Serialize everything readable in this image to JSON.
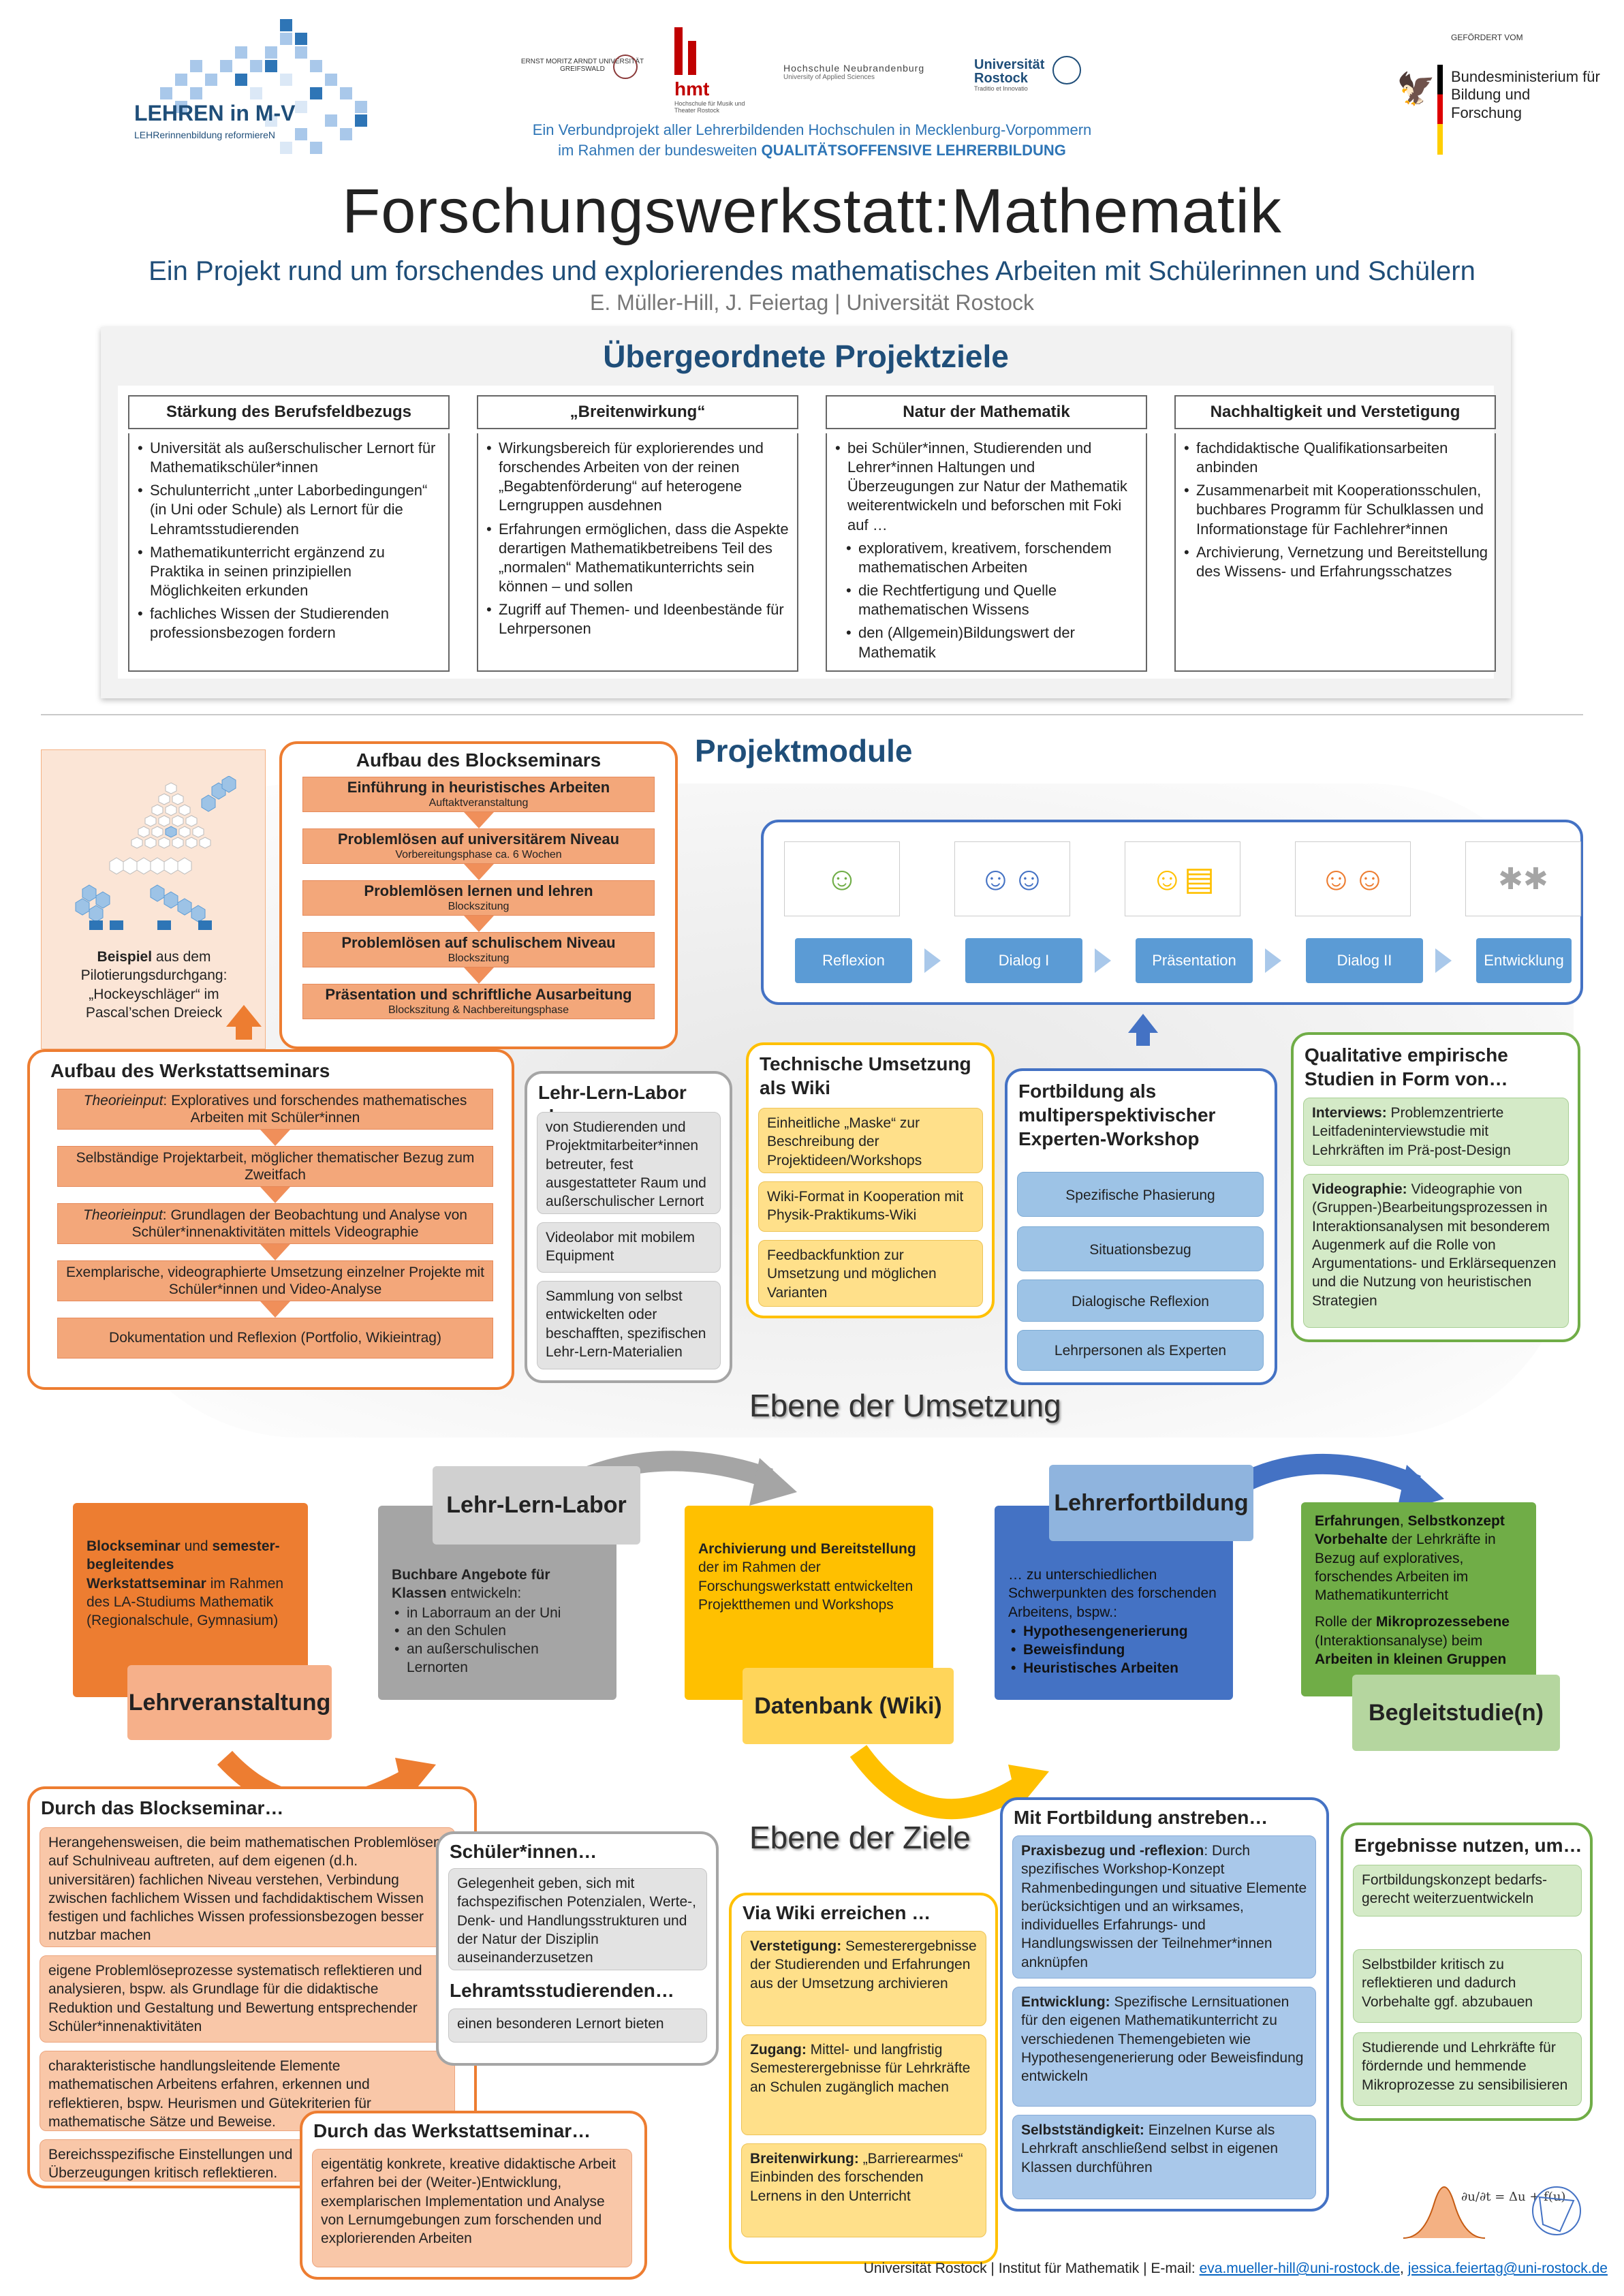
{
  "header": {
    "logo_text": "LEHREN in M-V",
    "logo_sub": "LEHRerinnenbildung reformiereN",
    "uni_greifswald": "ERNST MORITZ ARNDT UNIVERSITÄT GREIFSWALD",
    "hmt": "hmt",
    "hmt_sub": "Hochschule für Musik und Theater Rostock",
    "hs_nb": "Hochschule Neubrandenburg",
    "hs_nb_sub": "University of Applied Sciences",
    "uni_rostock": "Universität Rostock",
    "uni_rostock_sub": "Traditio et Innovatio",
    "funded_by": "GEFÖRDERT VOM",
    "bmbf": "Bundesministerium für Bildung und Forschung",
    "verbund_line1": "Ein Verbundprojekt aller Lehrerbildenden Hochschulen in Mecklenburg-Vorpommern",
    "verbund_line2_a": "im Rahmen der bundesweiten ",
    "verbund_line2_b": "QUALITÄTSOFFENSIVE LEHRERBILDUNG"
  },
  "title": "Forschungswerkstatt:Mathematik",
  "subtitle": "Ein Projekt rund um forschendes und explorierendes mathematisches Arbeiten mit Schülerinnen und Schülern",
  "authors": "E. Müller-Hill, J. Feiertag | Universität Rostock",
  "goals": {
    "heading": "Übergeordnete Projektziele",
    "columns": [
      {
        "title": "Stärkung des Berufsfeldbezugs",
        "items": [
          "Universität als außerschulischer Lernort für Mathematikschüler*innen",
          "Schulunterricht „unter Laborbedingungen“ (in Uni oder Schule) als Lernort für die Lehramtsstudierenden",
          "Mathematikunterricht ergänzend zu Praktika in seinen prinzipiellen Möglichkeiten erkunden",
          "fachliches Wissen der Studierenden professionsbezogen fordern"
        ]
      },
      {
        "title": "„Breitenwirkung“",
        "items": [
          "Wirkungsbereich für explorierendes und forschendes Arbeiten von der reinen „Begabtenförderung“ auf heterogene Lerngruppen ausdehnen",
          "Erfahrungen ermöglichen, dass die Aspekte derartigen Mathematikbetreibens Teil des „normalen“ Mathematikunterrichts sein können – und sollen",
          "Zugriff auf Themen- und Ideenbestände für Lehrpersonen"
        ]
      },
      {
        "title": "Natur der Mathematik",
        "items": [
          "bei Schüler*innen, Studierenden und Lehrer*innen Haltungen und Überzeugungen zur Natur der Mathematik weiterentwickeln und beforschen mit Foki auf …"
        ],
        "subitems": [
          "explorativem, kreativem, forschendem mathematischen Arbeiten",
          "die Rechtfertigung und Quelle mathematischen Wissens",
          "den (Allgemein)Bildungswert der Mathematik"
        ]
      },
      {
        "title": "Nachhaltigkeit und Verstetigung",
        "items": [
          "fachdidaktische Qualifikationsarbeiten anbinden",
          "Zusammenarbeit mit Kooperationsschulen, buchbares Programm für Schulklassen und Informationstage für Fachlehrer*innen",
          "Archivierung, Vernetzung und Bereitstellung des Wissens- und Erfahrungsschatzes"
        ]
      }
    ]
  },
  "modules_heading": "Projektmodule",
  "example": {
    "bold": "Beispiel",
    "text": " aus dem Pilotierungsdurchgang: „Hockeyschläger“ im Pascal’schen Dreieck"
  },
  "block": {
    "title": "Aufbau des Blockseminars",
    "steps": [
      {
        "t": "Einführung in heuristisches Arbeiten",
        "s": "Auftaktveranstaltung"
      },
      {
        "t": "Problemlösen auf universitärem Niveau",
        "s": "Vorbereitungsphase ca. 6 Wochen"
      },
      {
        "t": "Problemlösen lernen und lehren",
        "s": "Blockszitung"
      },
      {
        "t": "Problemlösen auf schulischem Niveau",
        "s": "Blockszitung"
      },
      {
        "t": "Präsentation und schriftliche Ausarbeitung",
        "s": "Blockszitung & Nachbereitungsphase"
      }
    ]
  },
  "process": [
    "Reflexion",
    "Dialog I",
    "Präsentation",
    "Dialog II",
    "Entwicklung"
  ],
  "werkstatt": {
    "title": "Aufbau des Werkstattseminars",
    "s1_i": "Theorieinput",
    "s1": ": Exploratives und forschendes mathematisches Arbeiten mit Schüler*innen",
    "s2": "Selbständige Projektarbeit, möglicher thematischer Bezug zum Zweitfach",
    "s3_i": "Theorieinput",
    "s3": ": Grundlagen der Beobachtung und Analyse von Schüler*innenaktivitäten mittels Videographie",
    "s4": "Exemplarische, videographierte Umsetzung einzelner Projekte mit Schüler*innen und Video-Analyse",
    "s5": "Dokumentation und Reflexion (Portfolio, Wikieintrag)"
  },
  "labor": {
    "title": "Lehr-Lern-Labor als…",
    "items": [
      "von Studierenden und Projektmitarbeiter*innen betreuter, fest ausgestatteter Raum und außerschulischer Lernort",
      "Videolabor mit mobilem Equipment",
      "Sammlung von selbst entwickelten oder beschafften, spezifischen Lehr-Lern-Materialien"
    ]
  },
  "wiki_tech": {
    "title": "Technische Umsetzung als Wiki",
    "items": [
      "Einheitliche „Maske“ zur Beschreibung der Projektideen/Workshops",
      "Wiki-Format in Kooperation mit Physik-Praktikums-Wiki",
      "Feedbackfunktion zur Umsetzung und möglichen Varianten"
    ]
  },
  "fortbildung": {
    "title": "Fortbildung als multiperspektivischer Experten-Workshop",
    "items": [
      "Spezifische Phasierung",
      "Situationsbezug",
      "Dialogische Reflexion",
      "Lehrpersonen als Experten"
    ]
  },
  "studien": {
    "title": "Qualitative empirische Studien in Form von…",
    "i1_b": "Interviews:",
    "i1": " Problemzentrierte Leitfadeninterviewstudie mit Lehrkräften im Prä-post-Design",
    "i2_b": "Videographie:",
    "i2": " Videographie von (Gruppen-)Bearbeitungsprozessen in Interaktionsanalysen mit besonderem Augenmerk auf die Rolle von Argumentations- und Erklärsequenzen und die Nutzung von heuristischen Strategien"
  },
  "ebene_umsetzung": "Ebene der Umsetzung",
  "ebene_ziele": "Ebene der Ziele",
  "level": {
    "lv_label": "Lehrveranstaltung",
    "lv_b1": "Blockseminar",
    "lv_t1": " und ",
    "lv_b2": "semester-begleitendes Werkstattseminar",
    "lv_t2": " im Rahmen des LA-Studiums Mathematik (Regionalschule, Gymnasium)",
    "ll_label": "Lehr-Lern-Labor",
    "ll_b": "Buchbare Angebote für Klassen",
    "ll_t": " entwickeln:",
    "ll_items": [
      "in Laborraum an der Uni",
      "an den Schulen",
      "an außerschulischen Lernorten"
    ],
    "db_label": "Datenbank (Wiki)",
    "db_b": "Archivierung und Bereitstellung",
    "db_t": " der im Rahmen der Forschungswerkstatt entwickelten Projektthemen und Workshops",
    "lf_label": "Lehrerfortbildung",
    "lf_t": "… zu unterschiedlichen Schwerpunkten des forschenden Arbeitens, bspw.:",
    "lf_items": [
      "Hypothesengenerierung",
      "Beweisfindung",
      "Heuristisches Arbeiten"
    ],
    "bs_label": "Begleitstudie(n)",
    "bs_b1": "Erfahrungen",
    "bs_t1": ", ",
    "bs_b2": "Selbstkonzept",
    "bs_b3": "Vorbehalte",
    "bs_t2": " der Lehrkräfte in Bezug auf exploratives, forschendes Arbeiten im Mathematikunterricht",
    "bs_t3": "Rolle der ",
    "bs_b4": "Mikroprozessebene",
    "bs_t4": " (Interaktionsanalyse) beim ",
    "bs_b5": "Arbeiten in kleinen Gruppen"
  },
  "ziele_block": {
    "title": "Durch das Blockseminar…",
    "items": [
      "Herangehensweisen, die beim mathematischen Problemlösen auf Schulniveau auftreten, auf dem eigenen (d.h. universitären) fachlichen Niveau verstehen, Verbindung zwischen fachlichem Wissen und fachdidaktischem Wissen festigen und fachliches Wissen professionsbezogen besser nutzbar machen",
      "eigene Problemlöseprozesse systematisch reflektieren und analysieren, bspw. als Grundlage für die didaktische Reduktion und Gestaltung und Bewertung entsprechender Schüler*innenaktivitäten",
      "charakteristische handlungsleitende Elemente mathematischen Arbeitens erfahren, erkennen und reflektieren, bspw. Heurismen und Gütekriterien für mathematische Sätze und Beweise.",
      "Bereichsspezifische Einstellungen und Überzeugungen kritisch reflektieren."
    ]
  },
  "ziele_werkstatt": {
    "title": "Durch das Werkstattseminar…",
    "item": "eigentätig konkrete, kreative didaktische Arbeit erfahren bei der (Weiter-)Entwicklung, exemplarischen Implementation und Analyse von Lernumgebungen zum forschenden und explorierenden Arbeiten"
  },
  "ziele_schueler": {
    "title": "Schüler*innen…",
    "item": "Gelegenheit geben, sich mit fachspezifischen Potenzialen, Werte-, Denk- und Handlungsstrukturen und der Natur der Disziplin auseinanderzusetzen",
    "title2": "Lehramtsstudierenden…",
    "item2": "einen besonderen Lernort bieten"
  },
  "ziele_wiki": {
    "title": "Via Wiki erreichen …",
    "i1_b": "Verstetigung:",
    "i1": " Semesterergebnisse der Studierenden und Erfahrungen aus der Umsetzung archivieren",
    "i2_b": "Zugang:",
    "i2": " Mittel- und langfristig Semesterergebnisse für Lehrkräfte an Schulen zugänglich machen",
    "i3_b": "Breitenwirkung:",
    "i3": " „Barrierearmes“ Einbinden des forschenden Lernens in den Unterricht"
  },
  "ziele_fortbildung": {
    "title": "Mit Fortbildung anstreben…",
    "i1_b": "Praxisbezug und -reflexion",
    "i1": ": Durch spezifisches Workshop-Konzept Rahmenbedingungen und situative Elemente berücksichtigen und an wirksames, individuelles Erfahrungs- und Handlungswissen der Teilnehmer*innen anknüpfen",
    "i2_b": "Entwicklung:",
    "i2": " Spezifische Lernsituationen für den eigenen Mathematikunterricht zu verschiedenen Themengebieten wie Hypothesengenerierung oder Beweisfindung entwickeln",
    "i3_b": "Selbstständigkeit:",
    "i3": " Einzelnen Kurse als Lehrkraft anschließend selbst in eigenen Klassen durchführen"
  },
  "ziele_ergebnisse": {
    "title": "Ergebnisse nutzen, um…",
    "items": [
      "Fortbildungskonzept bedarfs-gerecht weiterzuentwickeln",
      "Selbstbilder kritisch zu reflektieren und dadurch Vorbehalte ggf. abzubauen",
      "Studierende und Lehrkräfte für fördernde und hemmende Mikroprozesse zu sensibilisieren"
    ]
  },
  "footer": {
    "text": "Universität Rostock | Institut für Mathematik | E-mail: ",
    "email1": "eva.mueller-hill@uni-rostock.de",
    "sep": ", ",
    "email2": "jessica.feiertag@uni-rostock.de"
  },
  "colors": {
    "orange": "#ed7d31",
    "blue": "#4472c4",
    "yellow": "#ffc000",
    "green": "#70ad47",
    "gray": "#a5a5a5"
  }
}
